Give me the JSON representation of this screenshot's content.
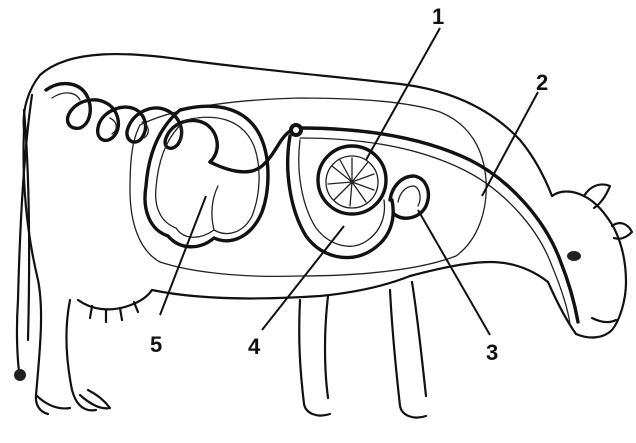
{
  "labels": {
    "one": "1",
    "two": "2",
    "three": "3",
    "four": "4",
    "five": "5"
  }
}
